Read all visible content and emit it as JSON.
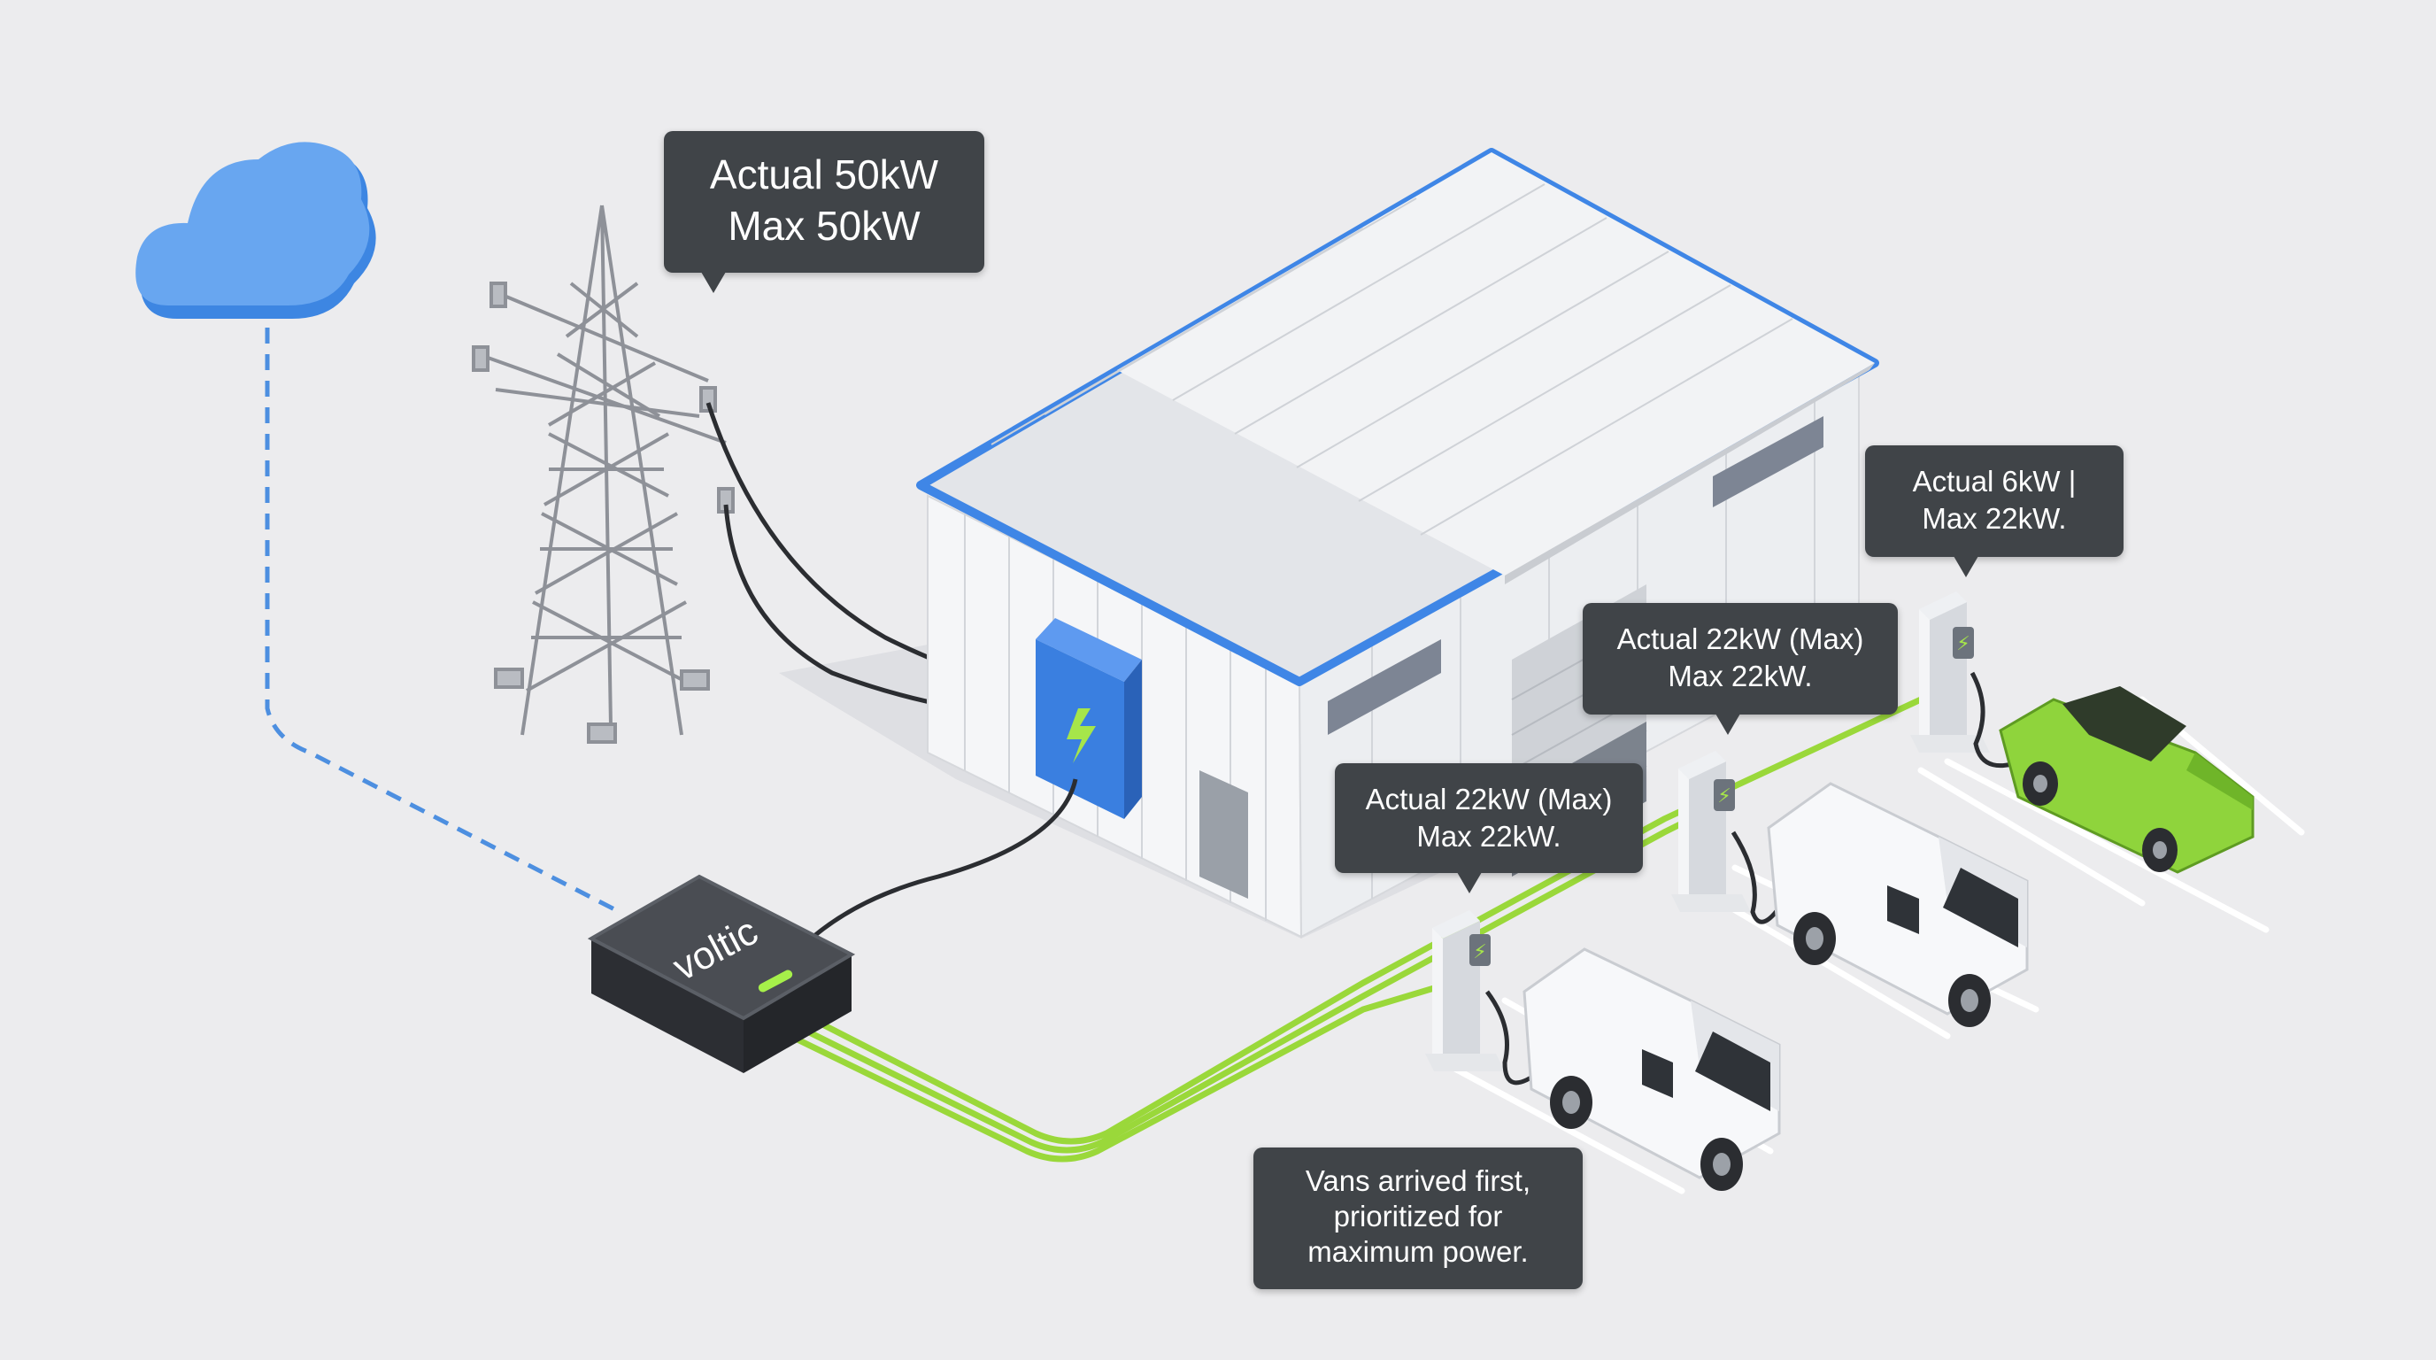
{
  "hub": {
    "brand": "voltic"
  },
  "callouts": {
    "grid": {
      "actual": "Actual 50kW",
      "max": "Max 50kW"
    },
    "car": {
      "actual": "Actual 6kW |",
      "max": "Max 22kW."
    },
    "van2": {
      "actual": "Actual 22kW (Max)",
      "max": "Max 22kW."
    },
    "van1": {
      "actual": "Actual 22kW (Max)",
      "max": "Max 22kW."
    }
  },
  "note": {
    "line1": "Vans arrived first,",
    "line2": "prioritized for",
    "line3": "maximum power."
  },
  "colors": {
    "background": "#ececee",
    "accent_blue": "#3f86e6",
    "cable_green": "#9ad83a",
    "car_green": "#8fd43c",
    "hub_dark": "#3a3d42",
    "callout_bg": "#404448"
  },
  "icons": [
    "cloud-icon",
    "power-tower-icon",
    "electrical-panel-icon",
    "lightning-bolt-icon",
    "charging-station-icon",
    "van-icon",
    "car-icon"
  ]
}
